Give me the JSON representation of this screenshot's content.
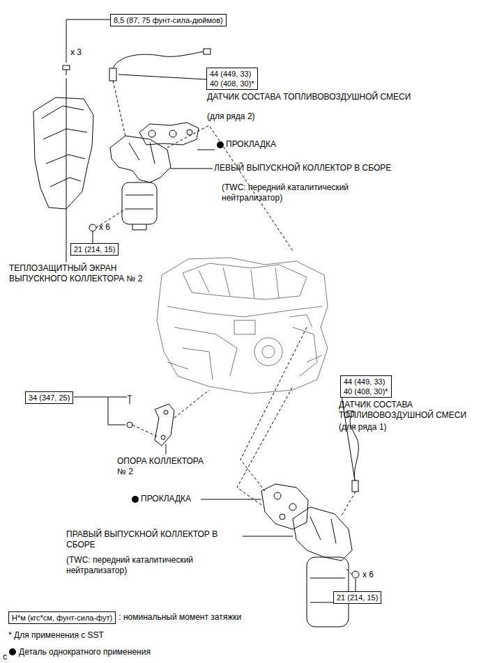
{
  "diagram": {
    "nodes": [
      {
        "text": [
          "8,5 (87, 75 фунт-сила-дюймов)"
        ]
      },
      {
        "text": [
          "44 (449, 33)",
          "40 (408, 30)*"
        ]
      },
      {
        "text": [
          "21 (214, 15)"
        ]
      },
      {
        "text": [
          "34 (347, 25)"
        ]
      },
      {
        "text": [
          "44 (449, 33)",
          "40 (408, 30)*"
        ]
      },
      {
        "text": [
          "21 (214, 15)"
        ]
      },
      {
        "text": [
          "Н*м (кгс*см, фунт-сила-фут)"
        ]
      }
    ],
    "labels": [
      "x 3",
      "ДАТЧИК СОСТАВА ТОПЛИВОВОЗДУШНОЙ СМЕСИ",
      "(для ряда 2)",
      "ПРОКЛАДКА",
      "ЛЕВЫЙ ВЫПУСКНОЙ КОЛЛЕКТОР В СБОРЕ",
      "(TWC: передний каталитический нейтрализатор)",
      "x 6",
      "ТЕПЛОЗАЩИТНЫЙ ЭКРАН ВЫПУСКНОГО КОЛЛЕКТОРА № 2",
      "ДАТЧИК СОСТАВА ТОПЛИВОВОЗДУШНОЙ СМЕСИ",
      "(для ряда 1)",
      "ОПОРА КОЛЛЕКТОРА № 2",
      "ПРОКЛАДКА",
      "ПРАВЫЙ ВЫПУСКНОЙ КОЛЛЕКТОР В СБОРЕ",
      "(TWC: передний каталитический нейтрализатор)",
      "x 6",
      "* Для применения с SST",
      "c"
    ],
    "legend": [
      {
        "text": ": номинальный момент затяжки"
      },
      {
        "text": "Деталь однократного применения"
      }
    ]
  }
}
